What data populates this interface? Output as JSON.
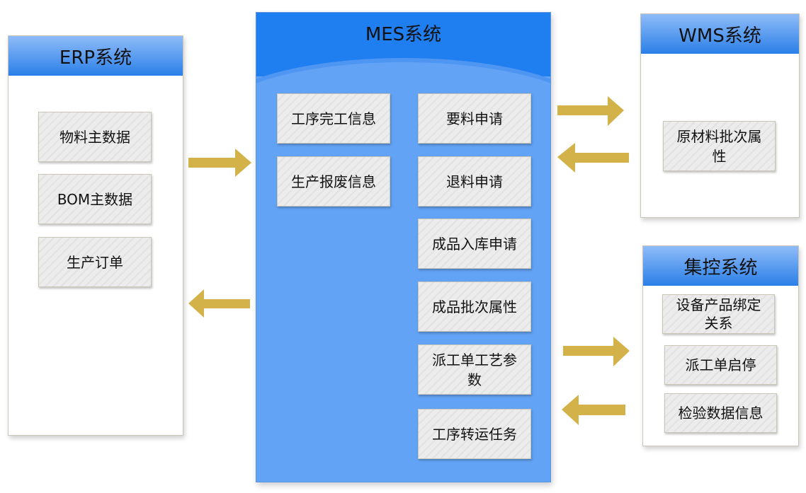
{
  "colors": {
    "arrow": "#d4b24a",
    "header_blue": "#2a7fe8",
    "mes_bg": "#63a3f5"
  },
  "erp": {
    "title": "ERP系统",
    "items": [
      "物料主数据",
      "BOM主数据",
      "生产订单"
    ]
  },
  "mes": {
    "title": "MES系统",
    "left_items": [
      "工序完工信息",
      "生产报废信息"
    ],
    "right_items": [
      "要料申请",
      "退料申请",
      "成品入库申请",
      "成品批次属性",
      "派工单工艺参数",
      "工序转运任务"
    ]
  },
  "wms": {
    "title": "WMS系统",
    "items": [
      "原材料批次属性"
    ]
  },
  "jk": {
    "title": "集控系统",
    "items": [
      "设备产品绑定关系",
      "派工单启停",
      "检验数据信息"
    ]
  },
  "arrows": [
    {
      "name": "erp-to-mes",
      "direction": "right"
    },
    {
      "name": "mes-to-erp",
      "direction": "left"
    },
    {
      "name": "mes-to-wms",
      "direction": "right"
    },
    {
      "name": "wms-to-mes",
      "direction": "left"
    },
    {
      "name": "mes-to-jk",
      "direction": "right"
    },
    {
      "name": "jk-to-mes",
      "direction": "left"
    }
  ]
}
